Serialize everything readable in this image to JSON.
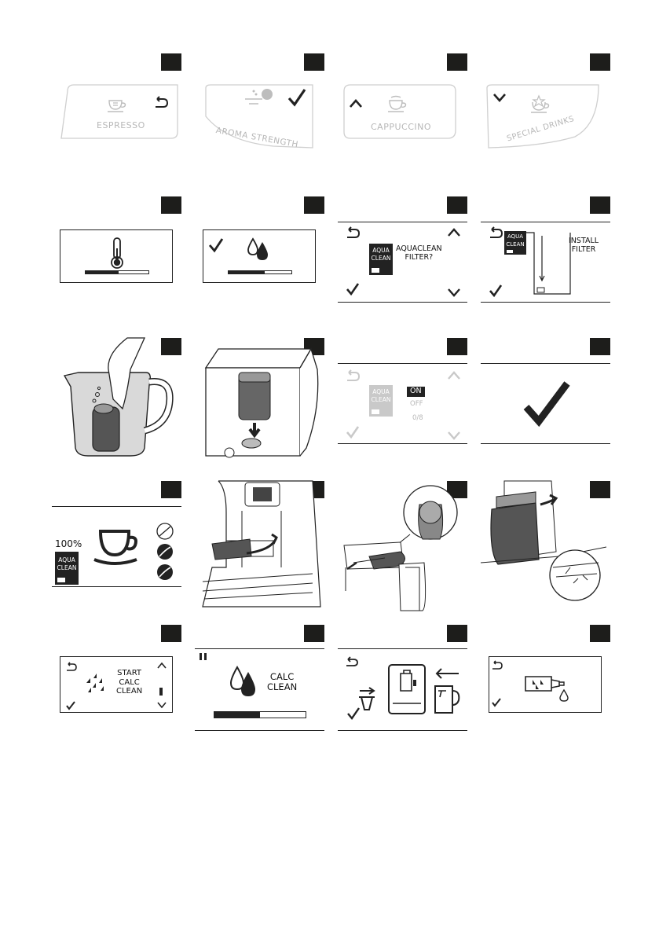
{
  "row1": {
    "espresso_label": "ESPRESSO",
    "aroma_label": "AROMA STRENGTH",
    "cappuccino_label": "CAPPUCCINO",
    "special_label": "SPECIAL DRINKS"
  },
  "row2": {
    "heating_progress": 0.52,
    "rinsing_progress": 0.58,
    "aquaclean_badge": "AQUA\nCLEAN",
    "filter_question": "AQUACLEAN\nFILTER?",
    "install_filter": "INSTALL\nFILTER"
  },
  "row3": {
    "badge": "AQUA\nCLEAN",
    "on_label": "ON",
    "off_label": "OFF",
    "counter": "0/8"
  },
  "row4": {
    "percent": "100%",
    "badge": "AQUA\nCLEAN"
  },
  "row5": {
    "start_calc": "START\nCALC\nCLEAN",
    "calc_clean": "CALC\nCLEAN",
    "calc_progress": 0.5
  },
  "colors": {
    "ink": "#1d1d1b",
    "grey_panel": "#c9c9c9",
    "grey_water": "#d9d9d9"
  },
  "icons": [
    "back-icon",
    "check-icon",
    "arrow-up-icon",
    "arrow-down-icon",
    "thermometer-icon",
    "water-drop-icon",
    "cup-icon",
    "coffee-bean-icon",
    "pause-icon"
  ]
}
